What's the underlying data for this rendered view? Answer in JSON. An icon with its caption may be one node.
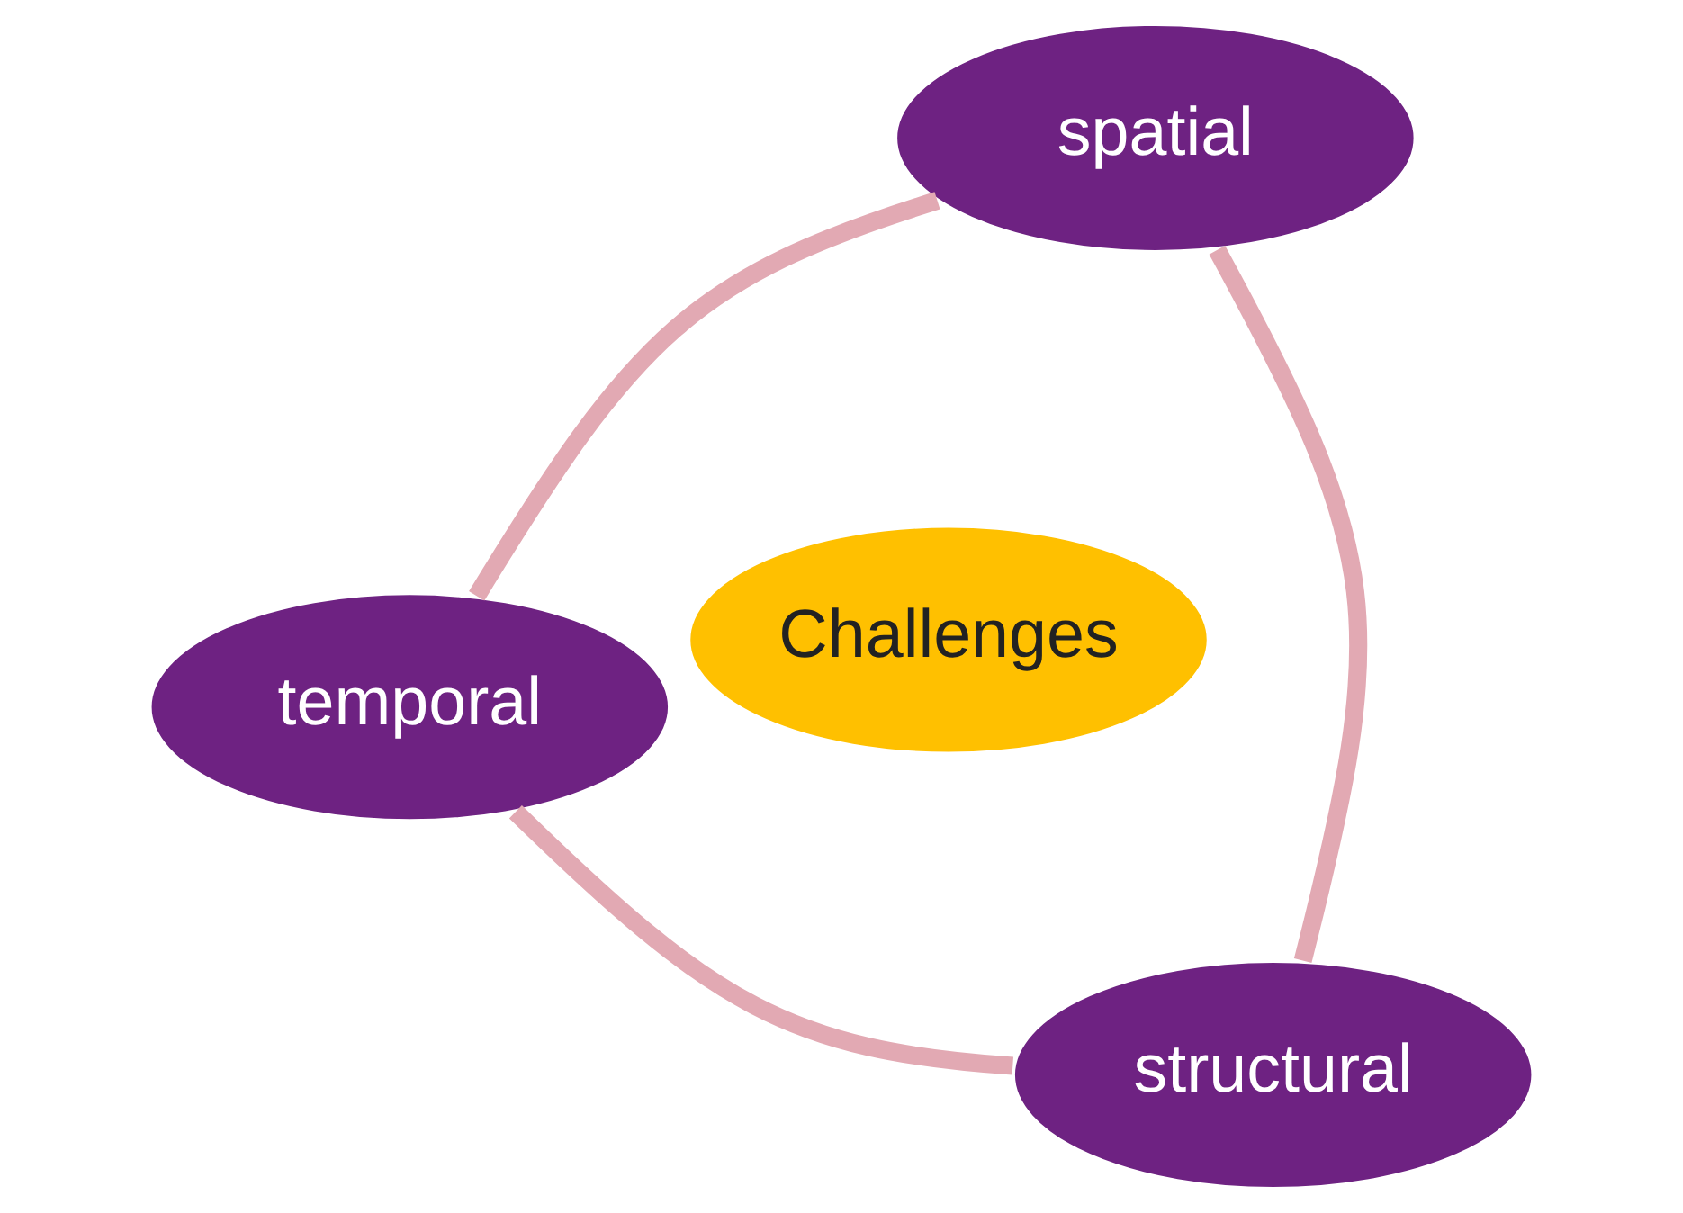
{
  "diagram": {
    "nodes": [
      {
        "text": [
          "temporal"
        ]
      },
      {
        "text": [
          "Challenges"
        ]
      },
      {
        "text": [
          "structural"
        ]
      },
      {
        "text": [
          "spatial"
        ]
      }
    ],
    "edges": [
      {
        "from": 0,
        "to": 3,
        "arrow": "none"
      },
      {
        "from": 3,
        "to": 2,
        "arrow": "none"
      },
      {
        "from": 2,
        "to": 0,
        "arrow": "none"
      }
    ]
  }
}
